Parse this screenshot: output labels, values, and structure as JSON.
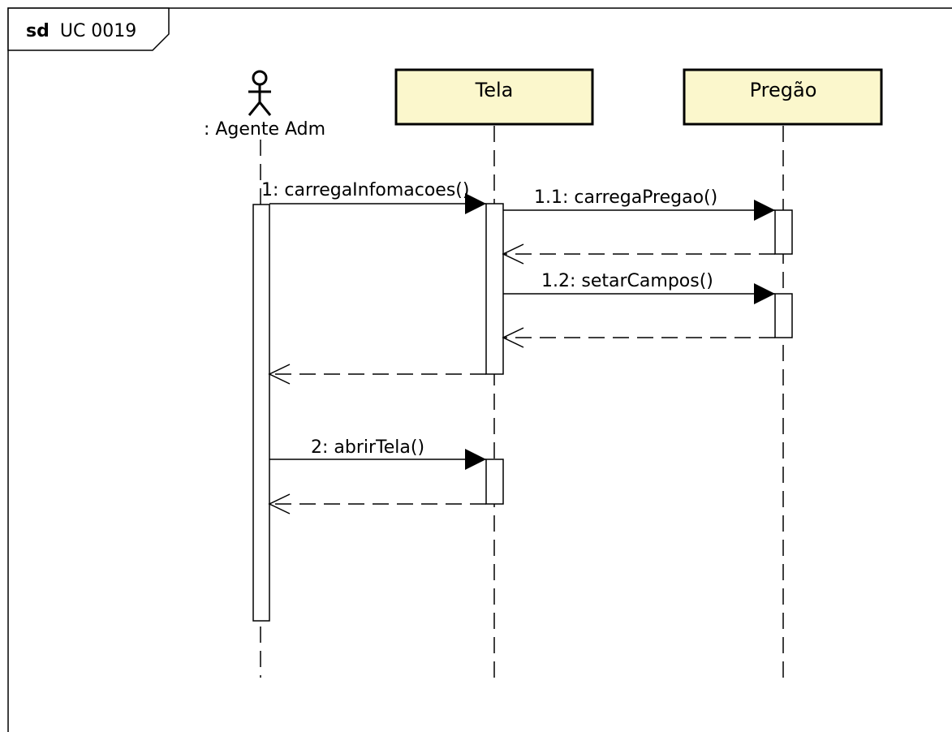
{
  "frame": {
    "keyword": "sd",
    "name": "UC 0019"
  },
  "participants": {
    "actor": {
      "label": ": Agente Adm"
    },
    "tela": {
      "label": "Tela"
    },
    "pregao": {
      "label": "Pregão"
    }
  },
  "messages": {
    "m1": {
      "label": "1: carregaInfomacoes()"
    },
    "m1_1": {
      "label": "1.1: carregaPregao()"
    },
    "m1_2": {
      "label": "1.2: setarCampos()"
    },
    "m2": {
      "label": "2: abrirTela()"
    }
  },
  "colors": {
    "object_fill": "#FBF7CC",
    "line": "#000000",
    "background": "#FFFFFF"
  }
}
